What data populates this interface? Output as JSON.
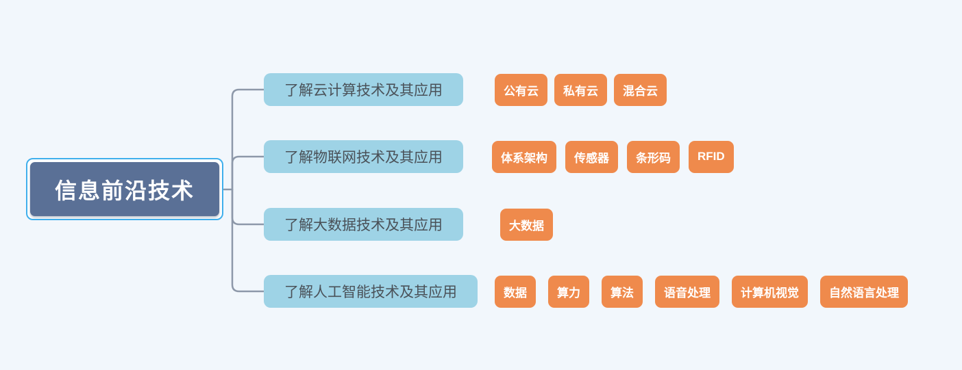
{
  "colors": {
    "background": "#f2f7fc",
    "root_fill": "#5a7096",
    "root_border": "#3fafec",
    "root_text": "#ffffff",
    "branch_fill": "#9ed3e6",
    "branch_text": "#4a5158",
    "leaf_fill": "#ef8a4c",
    "leaf_text": "#ffffff",
    "connector": "#8d98a9"
  },
  "root": {
    "label": "信息前沿技术"
  },
  "branches": [
    {
      "label": "了解云计算技术及其应用",
      "children": [
        "公有云",
        "私有云",
        "混合云"
      ]
    },
    {
      "label": "了解物联网技术及其应用",
      "children": [
        "体系架构",
        "传感器",
        "条形码",
        "RFID"
      ]
    },
    {
      "label": "了解大数据技术及其应用",
      "children": [
        "大数据"
      ]
    },
    {
      "label": "了解人工智能技术及其应用",
      "children": [
        "数据",
        "算力",
        "算法",
        "语音处理",
        "计算机视觉",
        "自然语言处理"
      ]
    }
  ]
}
